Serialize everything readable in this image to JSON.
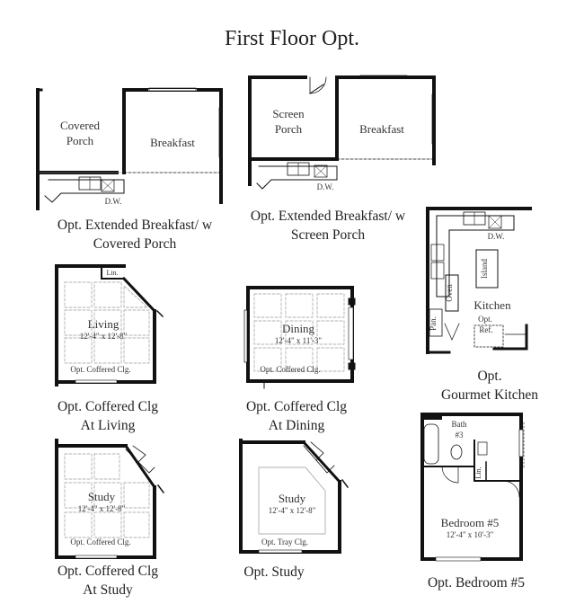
{
  "title": "First Floor Opt.",
  "options": [
    {
      "id": "ext-breakfast-covered",
      "caption": [
        "Opt. Extended Breakfast/ w",
        "Covered Porch"
      ],
      "rooms": {
        "porch": [
          "Covered",
          "Porch"
        ],
        "breakfast": "Breakfast",
        "dw": "D.W."
      }
    },
    {
      "id": "ext-breakfast-screen",
      "caption": [
        "Opt. Extended Breakfast/ w",
        "Screen Porch"
      ],
      "rooms": {
        "porch": [
          "Screen",
          "Porch"
        ],
        "breakfast": "Breakfast",
        "dw": "D.W."
      }
    },
    {
      "id": "gourmet-kitchen",
      "caption": [
        "Opt.",
        "Gourmet Kitchen"
      ],
      "rooms": {
        "kitchen": "Kitchen",
        "dw": "D.W.",
        "island": "Island",
        "oven": "Oven",
        "pan": "Pan.",
        "ref": [
          "Opt.",
          "Ref."
        ]
      }
    },
    {
      "id": "coffered-living",
      "caption": [
        "Opt. Coffered Clg",
        "At Living"
      ],
      "rooms": {
        "name": "Living",
        "size": "12'-4\" x 12'-8\"",
        "ceiling": "Opt. Coffered Clg.",
        "lin": "Lin."
      }
    },
    {
      "id": "coffered-dining",
      "caption": [
        "Opt. Coffered Clg",
        "At Dining"
      ],
      "rooms": {
        "name": "Dining",
        "size": "12'-4\" x 11'-3\"",
        "ceiling": "Opt. Coffered Clg."
      }
    },
    {
      "id": "bedroom-5",
      "caption": [
        "Opt. Bedroom #5"
      ],
      "rooms": {
        "bath": [
          "Bath",
          "#3"
        ],
        "lin": "Lin.",
        "name": "Bedroom #5",
        "size": "12'-4\" x 10'-3\""
      }
    },
    {
      "id": "coffered-study",
      "caption": [
        "Opt. Coffered Clg",
        "At Study"
      ],
      "rooms": {
        "name": "Study",
        "size": "12'-4\" x 12'-8\"",
        "ceiling": "Opt. Coffered Clg."
      }
    },
    {
      "id": "study",
      "caption": [
        "Opt. Study"
      ],
      "rooms": {
        "name": "Study",
        "size": "12'-4\" x 12'-8\"",
        "ceiling": "Opt. Tray Clg."
      }
    }
  ]
}
